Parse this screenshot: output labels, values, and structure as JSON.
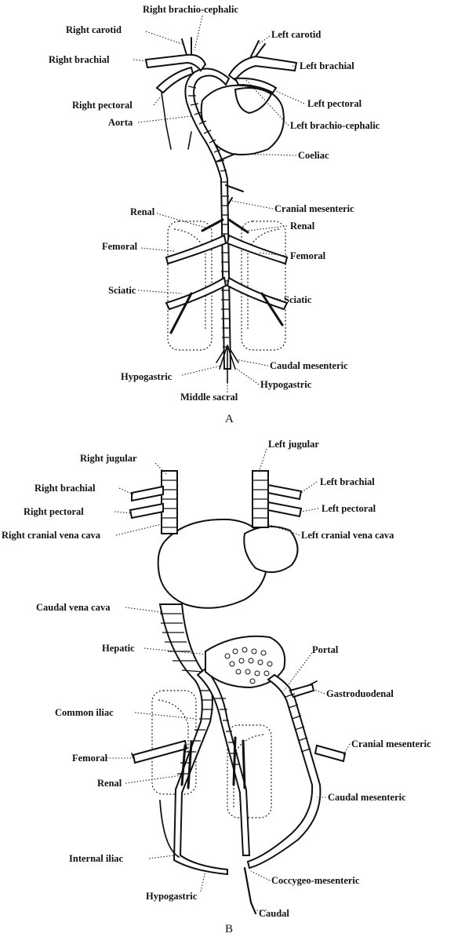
{
  "figure_a": {
    "caption": "A",
    "labels": {
      "right_brachiocephalic": "Right brachio-cephalic",
      "right_carotid": "Right carotid",
      "left_carotid": "Left carotid",
      "right_brachial": "Right brachial",
      "left_brachial": "Left brachial",
      "right_pectoral": "Right pectoral",
      "left_pectoral": "Left pectoral",
      "aorta": "Aorta",
      "left_brachiocephalic": "Left brachio-cephalic",
      "coeliac": "Coeliac",
      "cranial_mesenteric": "Cranial mesenteric",
      "renal_left": "Renal",
      "renal_right": "Renal",
      "femoral_left": "Femoral",
      "femoral_right": "Femoral",
      "sciatic_left": "Sciatic",
      "sciatic_right": "Sciatic",
      "caudal_mesenteric": "Caudal mesenteric",
      "hypogastric_left": "Hypogastric",
      "hypogastric_right": "Hypogastric",
      "middle_sacral": "Middle sacral"
    }
  },
  "figure_b": {
    "caption": "B",
    "labels": {
      "right_jugular": "Right jugular",
      "left_jugular": "Left jugular",
      "right_brachial": "Right brachial",
      "left_brachial": "Left brachial",
      "right_pectoral": "Right pectoral",
      "left_pectoral": "Left pectoral",
      "right_cranial_vena_cava": "Right cranial vena cava",
      "left_cranial_vena_cava": "Left cranial vena cava",
      "caudal_vena_cava": "Caudal vena cava",
      "hepatic": "Hepatic",
      "portal": "Portal",
      "gastroduodenal": "Gastroduodenal",
      "common_iliac": "Common iliac",
      "femoral": "Femoral",
      "cranial_mesenteric": "Cranial mesenteric",
      "renal": "Renal",
      "caudal_mesenteric": "Caudal mesenteric",
      "internal_iliac": "Internal iliac",
      "coccygeo_mesenteric": "Coccygeo-mesenteric",
      "hypogastric": "Hypogastric",
      "caudal": "Caudal"
    }
  }
}
